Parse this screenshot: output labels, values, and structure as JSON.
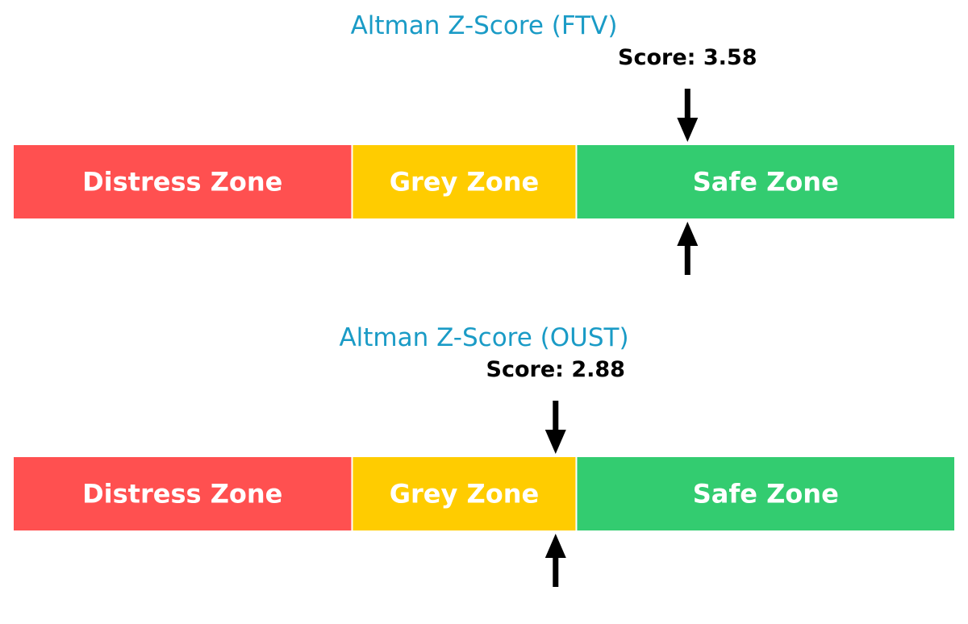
{
  "chart_data": [
    {
      "type": "bar",
      "title": "Altman Z-Score (FTV)",
      "score_label": "Score: 3.58",
      "score": 3.58,
      "xlim": [
        0,
        5
      ],
      "zones": [
        {
          "name": "Distress Zone",
          "start": 0,
          "end": 1.8,
          "color": "#ff5050"
        },
        {
          "name": "Grey Zone",
          "start": 1.8,
          "end": 2.99,
          "color": "#ffcc00"
        },
        {
          "name": "Safe Zone",
          "start": 2.99,
          "end": 5,
          "color": "#33cc70"
        }
      ]
    },
    {
      "type": "bar",
      "title": "Altman Z-Score (OUST)",
      "score_label": "Score: 2.88",
      "score": 2.88,
      "xlim": [
        0,
        5
      ],
      "zones": [
        {
          "name": "Distress Zone",
          "start": 0,
          "end": 1.8,
          "color": "#ff5050"
        },
        {
          "name": "Grey Zone",
          "start": 1.8,
          "end": 2.99,
          "color": "#ffcc00"
        },
        {
          "name": "Safe Zone",
          "start": 2.99,
          "end": 5,
          "color": "#33cc70"
        }
      ]
    }
  ]
}
